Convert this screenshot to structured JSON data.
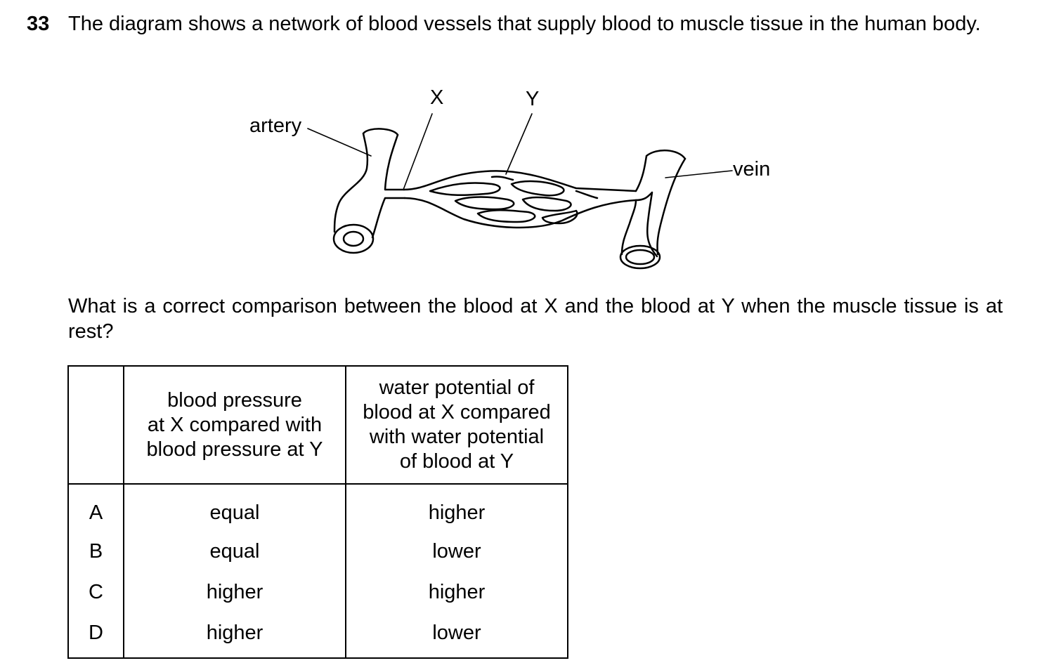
{
  "question": {
    "number": "33",
    "stem": "The diagram shows a network of blood vessels that supply blood to muscle tissue in the human body.",
    "prompt": "What is a correct comparison between the blood at X and the blood at Y when the muscle tissue is at rest?"
  },
  "diagram": {
    "labels": {
      "artery": "artery",
      "vein": "vein",
      "x": "X",
      "y": "Y"
    }
  },
  "table": {
    "headers": {
      "col1": "blood pressure at X compared with blood pressure at Y",
      "col2": "water potential of blood at X compared with water potential of blood at Y"
    },
    "header_lines": {
      "col1": [
        "blood pressure",
        "at X compared with",
        "blood pressure at Y"
      ],
      "col2": [
        "water potential of",
        "blood at X compared",
        "with water potential",
        "of blood at Y"
      ]
    },
    "rows": [
      {
        "letter": "A",
        "pressure": "equal",
        "water_potential": "higher"
      },
      {
        "letter": "B",
        "pressure": "equal",
        "water_potential": "lower"
      },
      {
        "letter": "C",
        "pressure": "higher",
        "water_potential": "higher"
      },
      {
        "letter": "D",
        "pressure": "higher",
        "water_potential": "lower"
      }
    ]
  }
}
